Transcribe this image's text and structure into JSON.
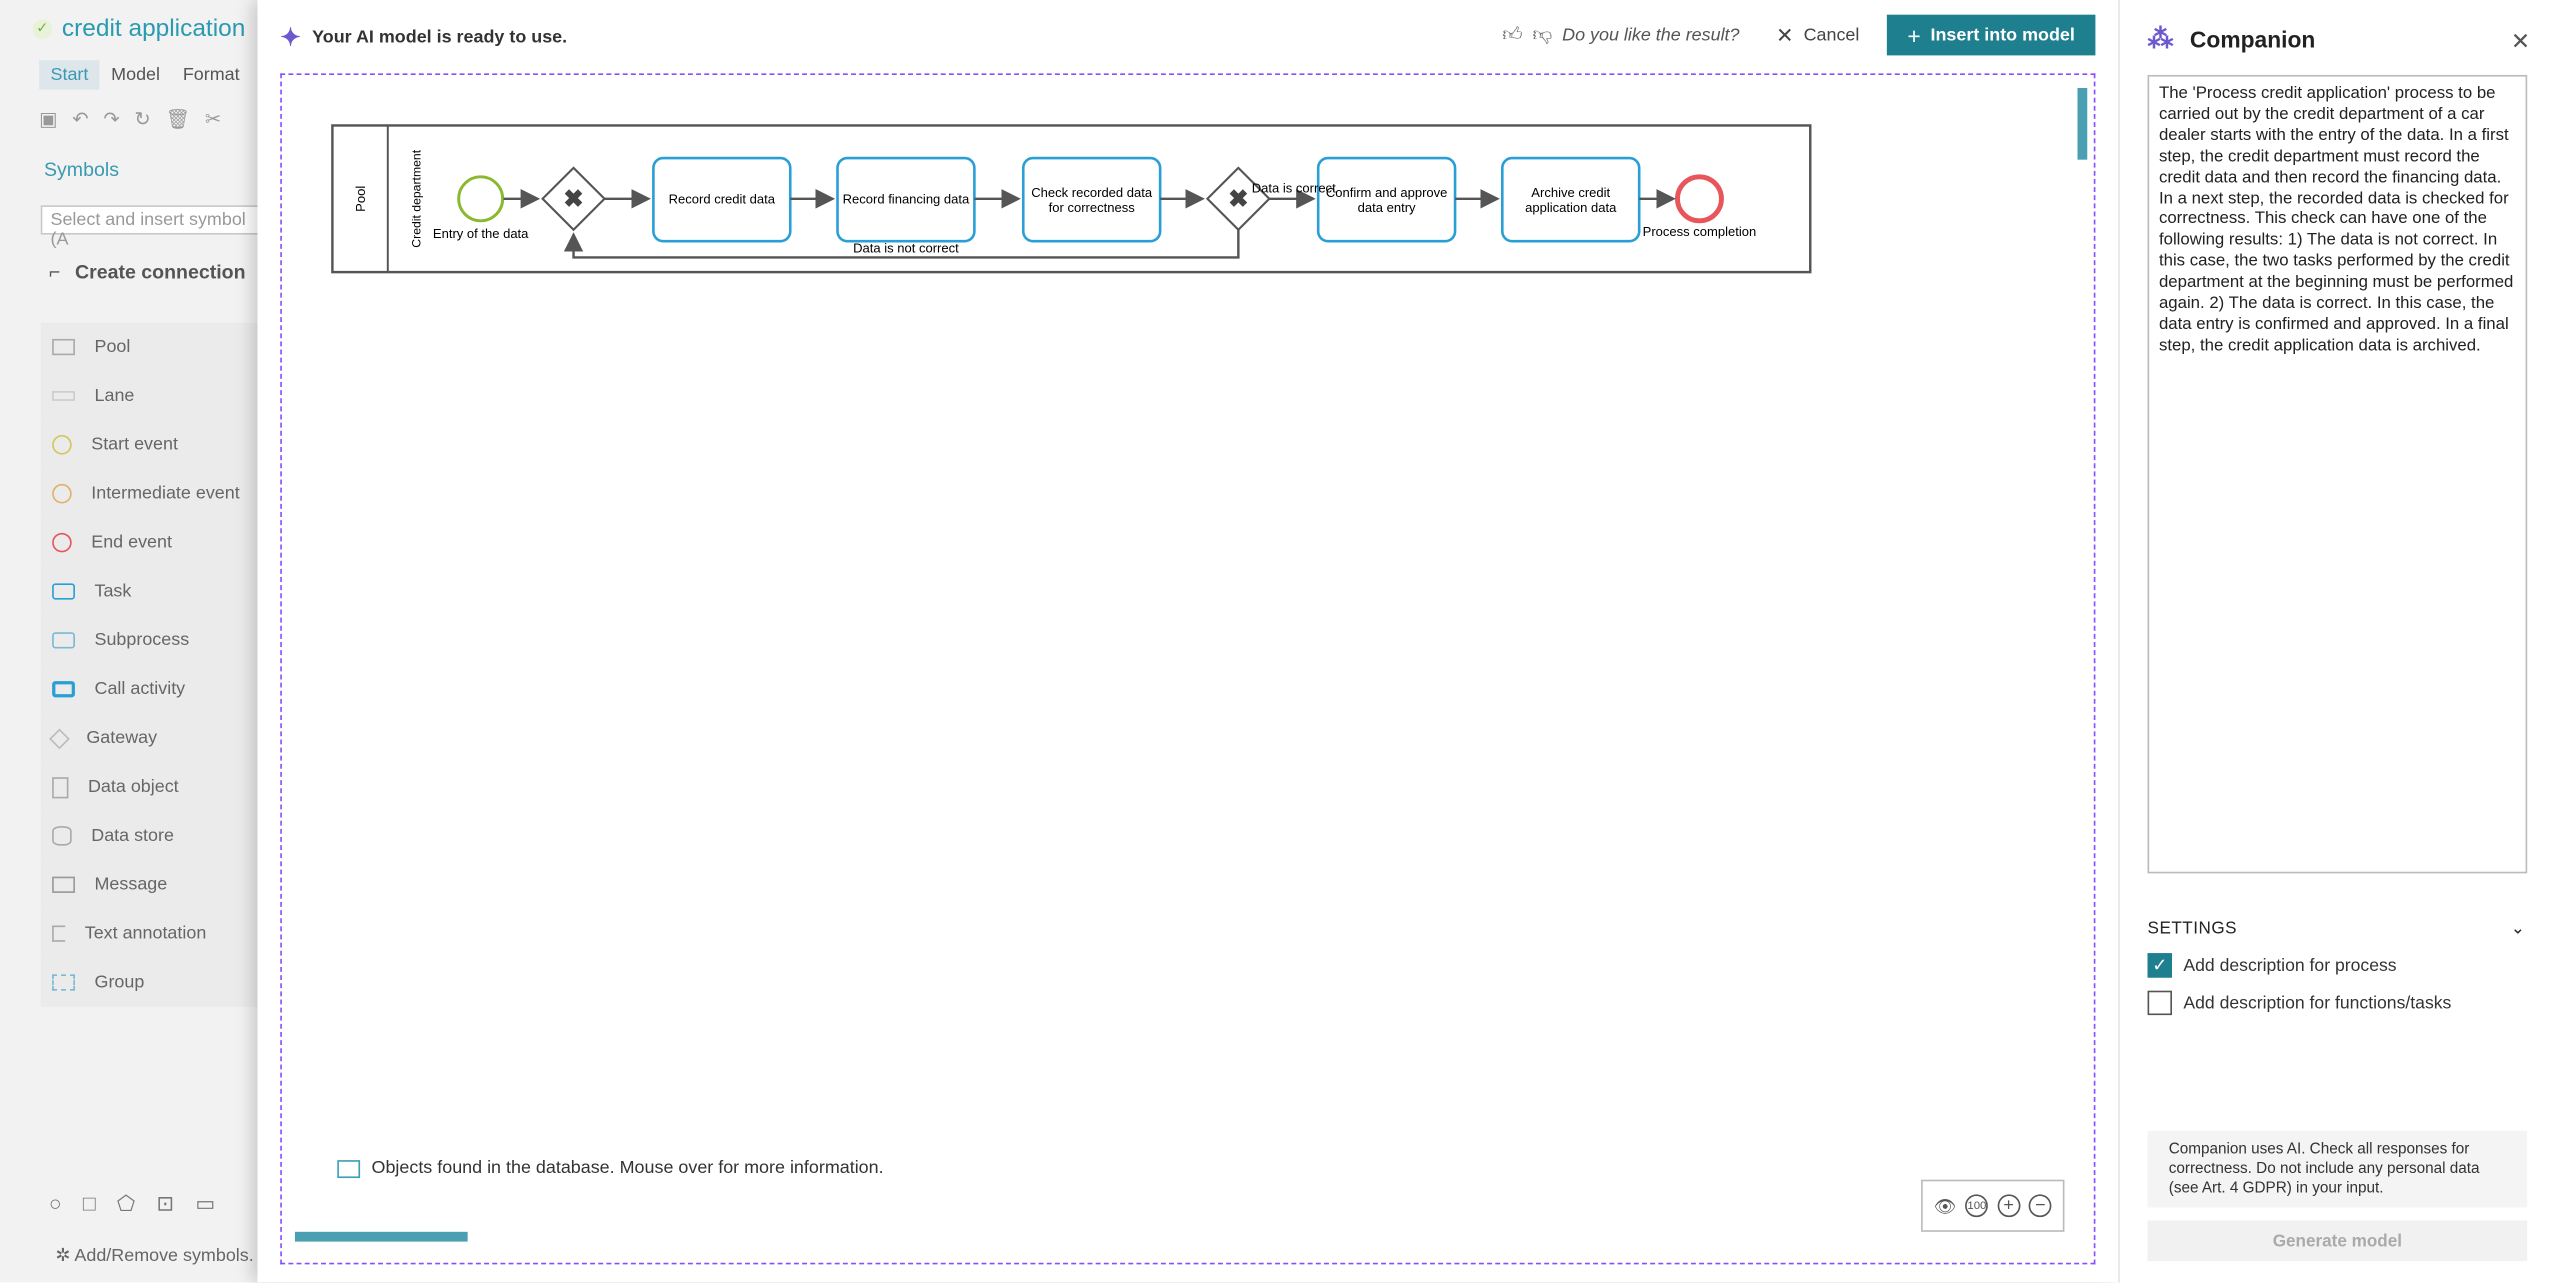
{
  "app": {
    "title": "credit application",
    "tabs": [
      "Start",
      "Model",
      "Format"
    ],
    "symbols_title": "Symbols",
    "search_placeholder": "Select and insert symbol (A",
    "create_connection": "Create connection",
    "symbols": [
      {
        "label": "Pool",
        "icon": "pool-icon"
      },
      {
        "label": "Lane",
        "icon": "lane-icon"
      },
      {
        "label": "Start event",
        "icon": "start-event-icon"
      },
      {
        "label": "Intermediate event",
        "icon": "intermediate-event-icon"
      },
      {
        "label": "End event",
        "icon": "end-event-icon"
      },
      {
        "label": "Task",
        "icon": "task-icon"
      },
      {
        "label": "Subprocess",
        "icon": "subprocess-icon"
      },
      {
        "label": "Call activity",
        "icon": "call-activity-icon"
      },
      {
        "label": "Gateway",
        "icon": "gateway-icon"
      },
      {
        "label": "Data object",
        "icon": "data-object-icon"
      },
      {
        "label": "Data store",
        "icon": "data-store-icon"
      },
      {
        "label": "Message",
        "icon": "message-icon"
      },
      {
        "label": "Text annotation",
        "icon": "text-annotation-icon"
      },
      {
        "label": "Group",
        "icon": "group-icon"
      }
    ],
    "add_remove": "Add/Remove symbols."
  },
  "modal": {
    "ready_text": "Your AI model is ready to use.",
    "feedback_text": "Do you like the result?",
    "cancel_label": "Cancel",
    "insert_label": "Insert into model",
    "db_note": "Objects found in the database. Mouse over for more information."
  },
  "diagram": {
    "pool_label": "Pool",
    "lane_label": "Credit department",
    "start_label": "Entry of the data",
    "tasks": [
      {
        "lines": [
          "Record credit data"
        ]
      },
      {
        "lines": [
          "Record financing data"
        ]
      },
      {
        "lines": [
          "Check recorded data",
          "for correctness"
        ]
      },
      {
        "lines": [
          "Confirm and approve",
          "data entry"
        ]
      },
      {
        "lines": [
          "Archive credit",
          "application data"
        ]
      }
    ],
    "end_label": "Process completion",
    "label_correct": "Data is correct",
    "label_not_correct": "Data is not correct"
  },
  "companion": {
    "title": "Companion",
    "text": "The 'Process credit application' process to be carried out by the credit department of a car dealer starts with the entry of the data. In a first step, the credit department must record the credit data and then record the financing data. In a next step, the recorded data is checked for correctness. This check can have one of the following results: 1) The data is not correct. In this case, the two tasks performed by the credit department at the beginning must be performed again. 2) The data is correct. In this case, the data entry is confirmed and approved. In a final step, the credit application data is archived.",
    "settings_label": "SETTINGS",
    "options": [
      {
        "label": "Add description for process",
        "checked": true
      },
      {
        "label": "Add description for functions/tasks",
        "checked": false
      }
    ],
    "disclaimer": "Companion uses AI. Check all responses for correctness. Do not include any personal data (see Art. 4 GDPR) in your input.",
    "generate_label": "Generate model"
  },
  "colors": {
    "accent": "#1e7f8f",
    "task_border": "#2a9fd6",
    "start_event": "#8ab82e",
    "end_event": "#e8555a",
    "ai_purple": "#6a5acd"
  }
}
